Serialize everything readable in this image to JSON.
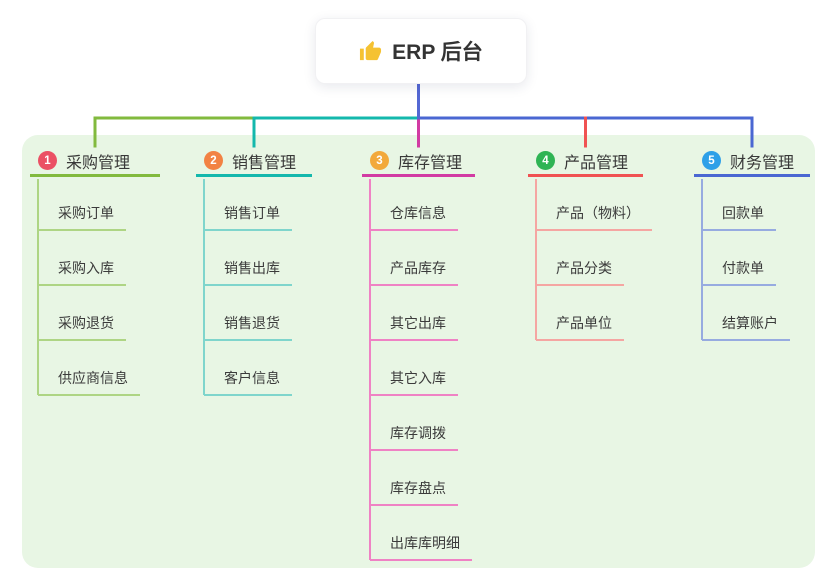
{
  "root": {
    "title": "ERP 后台",
    "icon": "thumbs-up-icon"
  },
  "colors": {
    "panel_bg": "#e8f6e4",
    "root_line": "#5468d4",
    "text": "#3b3b3b",
    "root_bg": "#ffffff"
  },
  "branches": [
    {
      "badge": "1",
      "title": "采购管理",
      "badge_color": "#eb5064",
      "color": "#82ba3e",
      "light_color": "#aed584",
      "children": [
        "采购订单",
        "采购入库",
        "采购退货",
        "供应商信息"
      ]
    },
    {
      "badge": "2",
      "title": "销售管理",
      "badge_color": "#f28243",
      "color": "#14b8ac",
      "light_color": "#7fd5cc",
      "children": [
        "销售订单",
        "销售出库",
        "销售退货",
        "客户信息"
      ]
    },
    {
      "badge": "3",
      "title": "库存管理",
      "badge_color": "#f2a93b",
      "color": "#d23ba3",
      "light_color": "#ef82c4",
      "children": [
        "仓库信息",
        "产品库存",
        "其它出库",
        "其它入库",
        "库存调拨",
        "库存盘点",
        "出库库明细"
      ]
    },
    {
      "badge": "4",
      "title": "产品管理",
      "badge_color": "#2fb454",
      "color": "#f05252",
      "light_color": "#f5a6a2",
      "children": [
        "产品（物料）",
        "产品分类",
        "产品单位"
      ]
    },
    {
      "badge": "5",
      "title": "财务管理",
      "badge_color": "#2ea0e8",
      "color": "#4a67d2",
      "light_color": "#97abe0",
      "children": [
        "回款单",
        "付款单",
        "结算账户"
      ]
    }
  ]
}
